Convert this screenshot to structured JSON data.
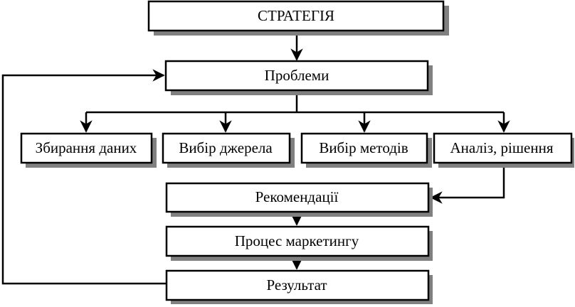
{
  "diagram": {
    "nodes": {
      "strategy": "СТРАТЕГІЯ",
      "problems": "Проблеми",
      "data_collection": "Збирання даних",
      "source_choice": "Вибір джерела",
      "method_choice": "Вибір методів",
      "analysis": "Аналіз, рішення",
      "recommendations": "Рекомендації",
      "marketing_process": "Процес маркетингу",
      "result": "Результат"
    }
  }
}
